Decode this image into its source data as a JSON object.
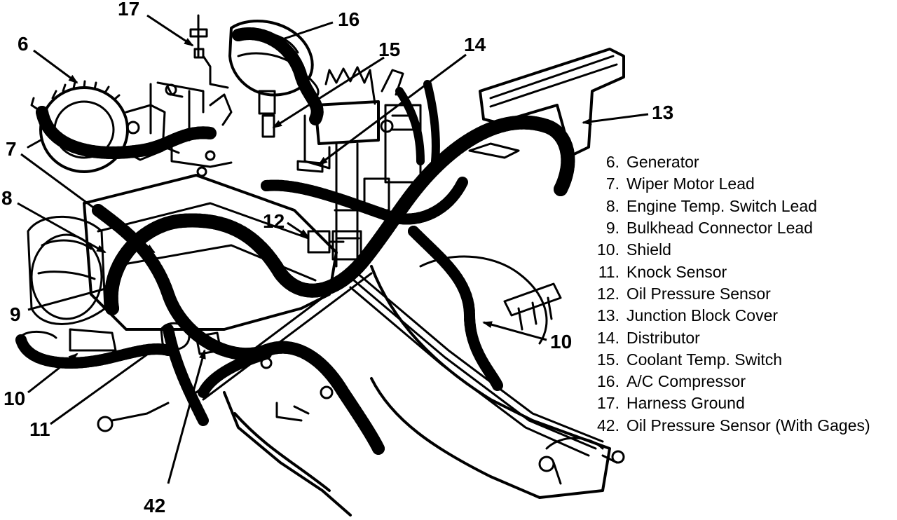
{
  "callouts": {
    "c6": "6",
    "c7": "7",
    "c8": "8",
    "c9": "9",
    "c10a": "10",
    "c10b": "10",
    "c11": "11",
    "c12": "12",
    "c13": "13",
    "c14": "14",
    "c15": "15",
    "c16": "16",
    "c17": "17",
    "c42": "42"
  },
  "legend": [
    {
      "num": "6.",
      "label": "Generator"
    },
    {
      "num": "7.",
      "label": "Wiper Motor Lead"
    },
    {
      "num": "8.",
      "label": "Engine Temp. Switch Lead"
    },
    {
      "num": "9.",
      "label": "Bulkhead Connector Lead"
    },
    {
      "num": "10.",
      "label": "Shield"
    },
    {
      "num": "11.",
      "label": "Knock Sensor"
    },
    {
      "num": "12.",
      "label": "Oil Pressure Sensor"
    },
    {
      "num": "13.",
      "label": "Junction Block Cover"
    },
    {
      "num": "14.",
      "label": "Distributor"
    },
    {
      "num": "15.",
      "label": "Coolant Temp. Switch"
    },
    {
      "num": "16.",
      "label": "A/C Compressor"
    },
    {
      "num": "17.",
      "label": "Harness Ground"
    },
    {
      "num": "42.",
      "label": "Oil Pressure Sensor (With Gages)"
    }
  ]
}
